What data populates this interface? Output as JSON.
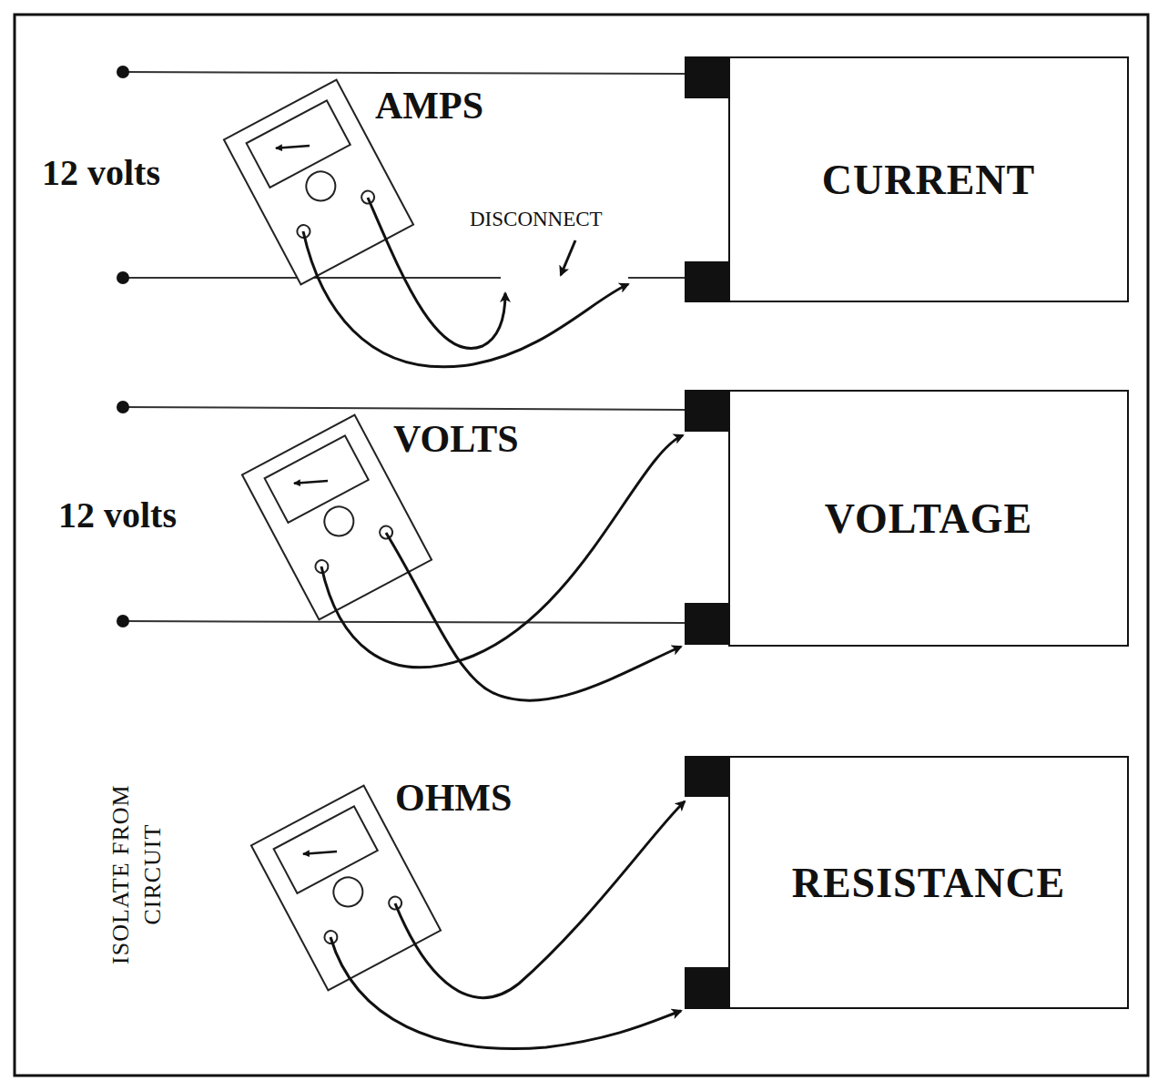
{
  "diagram": {
    "nodes": [
      {
        "text": [
          "CURRENT"
        ]
      },
      {
        "text": [
          "VOLTAGE"
        ]
      },
      {
        "text": [
          "RESISTANCE"
        ]
      }
    ],
    "labels": [
      "AMPS",
      "12 volts",
      "DISCONNECT",
      "VOLTS",
      "12 volts",
      "OHMS",
      "ISOLATE FROM CIRCUIT"
    ]
  }
}
